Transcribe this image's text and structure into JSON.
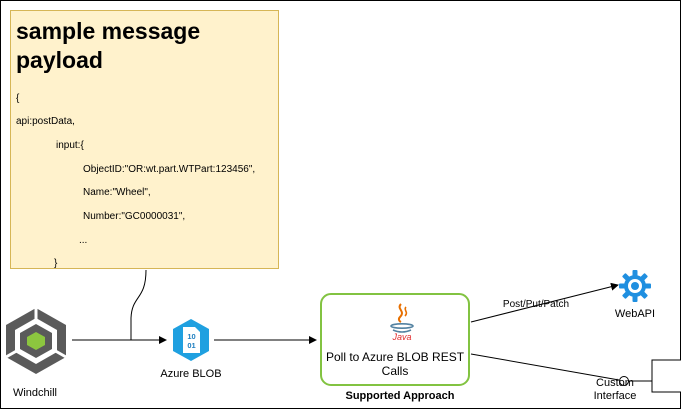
{
  "note": {
    "title": "sample message payload",
    "lines": [
      "{",
      "api:postData,",
      "input:{",
      "ObjectID:\"OR:wt.part.WTPart:123456\",",
      "Name:\"Wheel\",",
      "Number:\"GC0000031\",",
      "...",
      "}"
    ]
  },
  "nodes": {
    "windchill": "Windchill",
    "azure_blob": "Azure BLOB",
    "java": "Java",
    "process": "Poll to Azure BLOB REST Calls",
    "process_caption": "Supported Approach",
    "webapi": "WebAPI",
    "custom_interface": "Custom Interface"
  },
  "edges": {
    "post_put_patch": "Post/Put/Patch"
  },
  "icons": [
    "windchill-logo-icon",
    "azure-blob-icon",
    "java-icon",
    "gear-icon"
  ],
  "colors": {
    "note_fill": "#fff2cc",
    "note_border": "#d6b656",
    "process_border": "#82c341",
    "azure": "#1fa0e0",
    "gear": "#1f8fe0",
    "windchill": "#5a5a5a"
  }
}
